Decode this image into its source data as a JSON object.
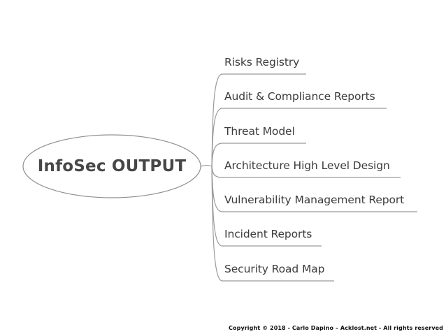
{
  "diagram": {
    "type": "mindmap",
    "root": {
      "label": "InfoSec OUTPUT"
    },
    "branches": [
      {
        "label": "Risks Registry"
      },
      {
        "label": "Audit & Compliance Reports"
      },
      {
        "label": "Threat Model"
      },
      {
        "label": "Architecture High Level Design"
      },
      {
        "label": "Vulnerability Management Report"
      },
      {
        "label": "Incident Reports"
      },
      {
        "label": "Security Road Map"
      }
    ]
  },
  "footer": {
    "copyright": "Copyright © 2018 - Carlo Dapino – Acklost.net - All rights reserved"
  },
  "colors": {
    "background": "#ffffff",
    "branch_line": "#9b9b9b",
    "ellipse_stroke": "#8f8f8f",
    "root_text": "#474747",
    "branch_text": "#3c3c3c",
    "copyright_text": "#111111"
  }
}
